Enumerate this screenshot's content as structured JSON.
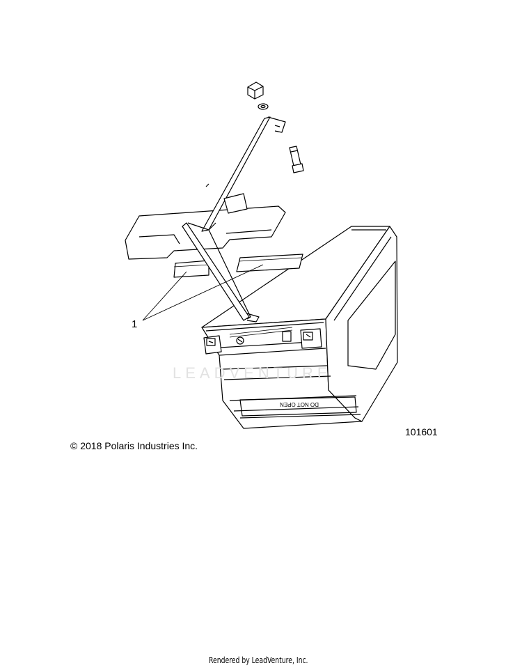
{
  "diagram": {
    "callouts": [
      {
        "id": "1",
        "label": "1"
      }
    ],
    "battery_label": "DO NOT OPEN",
    "figure_number": "101601",
    "copyright": "© 2018 Polaris Industries Inc.",
    "watermark": "LEADVENTURE",
    "footer": "Rendered by LeadVenture, Inc.",
    "parts": [
      {
        "name": "nut-icon"
      },
      {
        "name": "washer-icon"
      },
      {
        "name": "bolt-icon"
      },
      {
        "name": "hold-down-strap-icon"
      },
      {
        "name": "battery-pad-icon"
      },
      {
        "name": "battery-icon"
      }
    ]
  }
}
